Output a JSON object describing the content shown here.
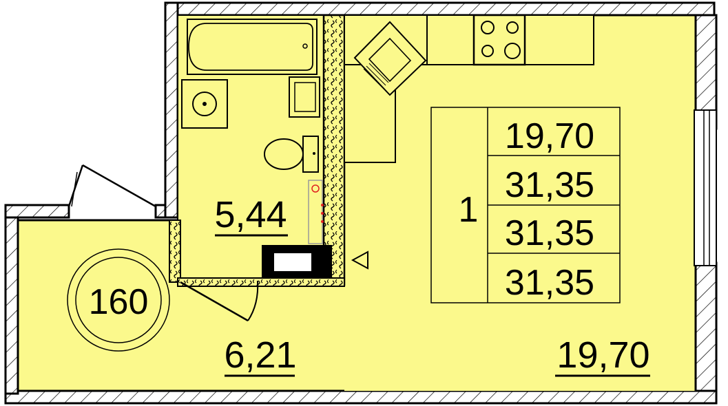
{
  "plan": {
    "apartment_number": "160",
    "rooms": {
      "bathroom_area": "5,44",
      "hall_area": "6,21",
      "living_area": "19,70"
    },
    "info_table": {
      "rooms_count": "1",
      "values": [
        "19,70",
        "31,35",
        "31,35",
        "31,35"
      ]
    }
  },
  "colors": {
    "floor": "#fbf98c",
    "wall": "#000000",
    "background": "#ffffff"
  }
}
